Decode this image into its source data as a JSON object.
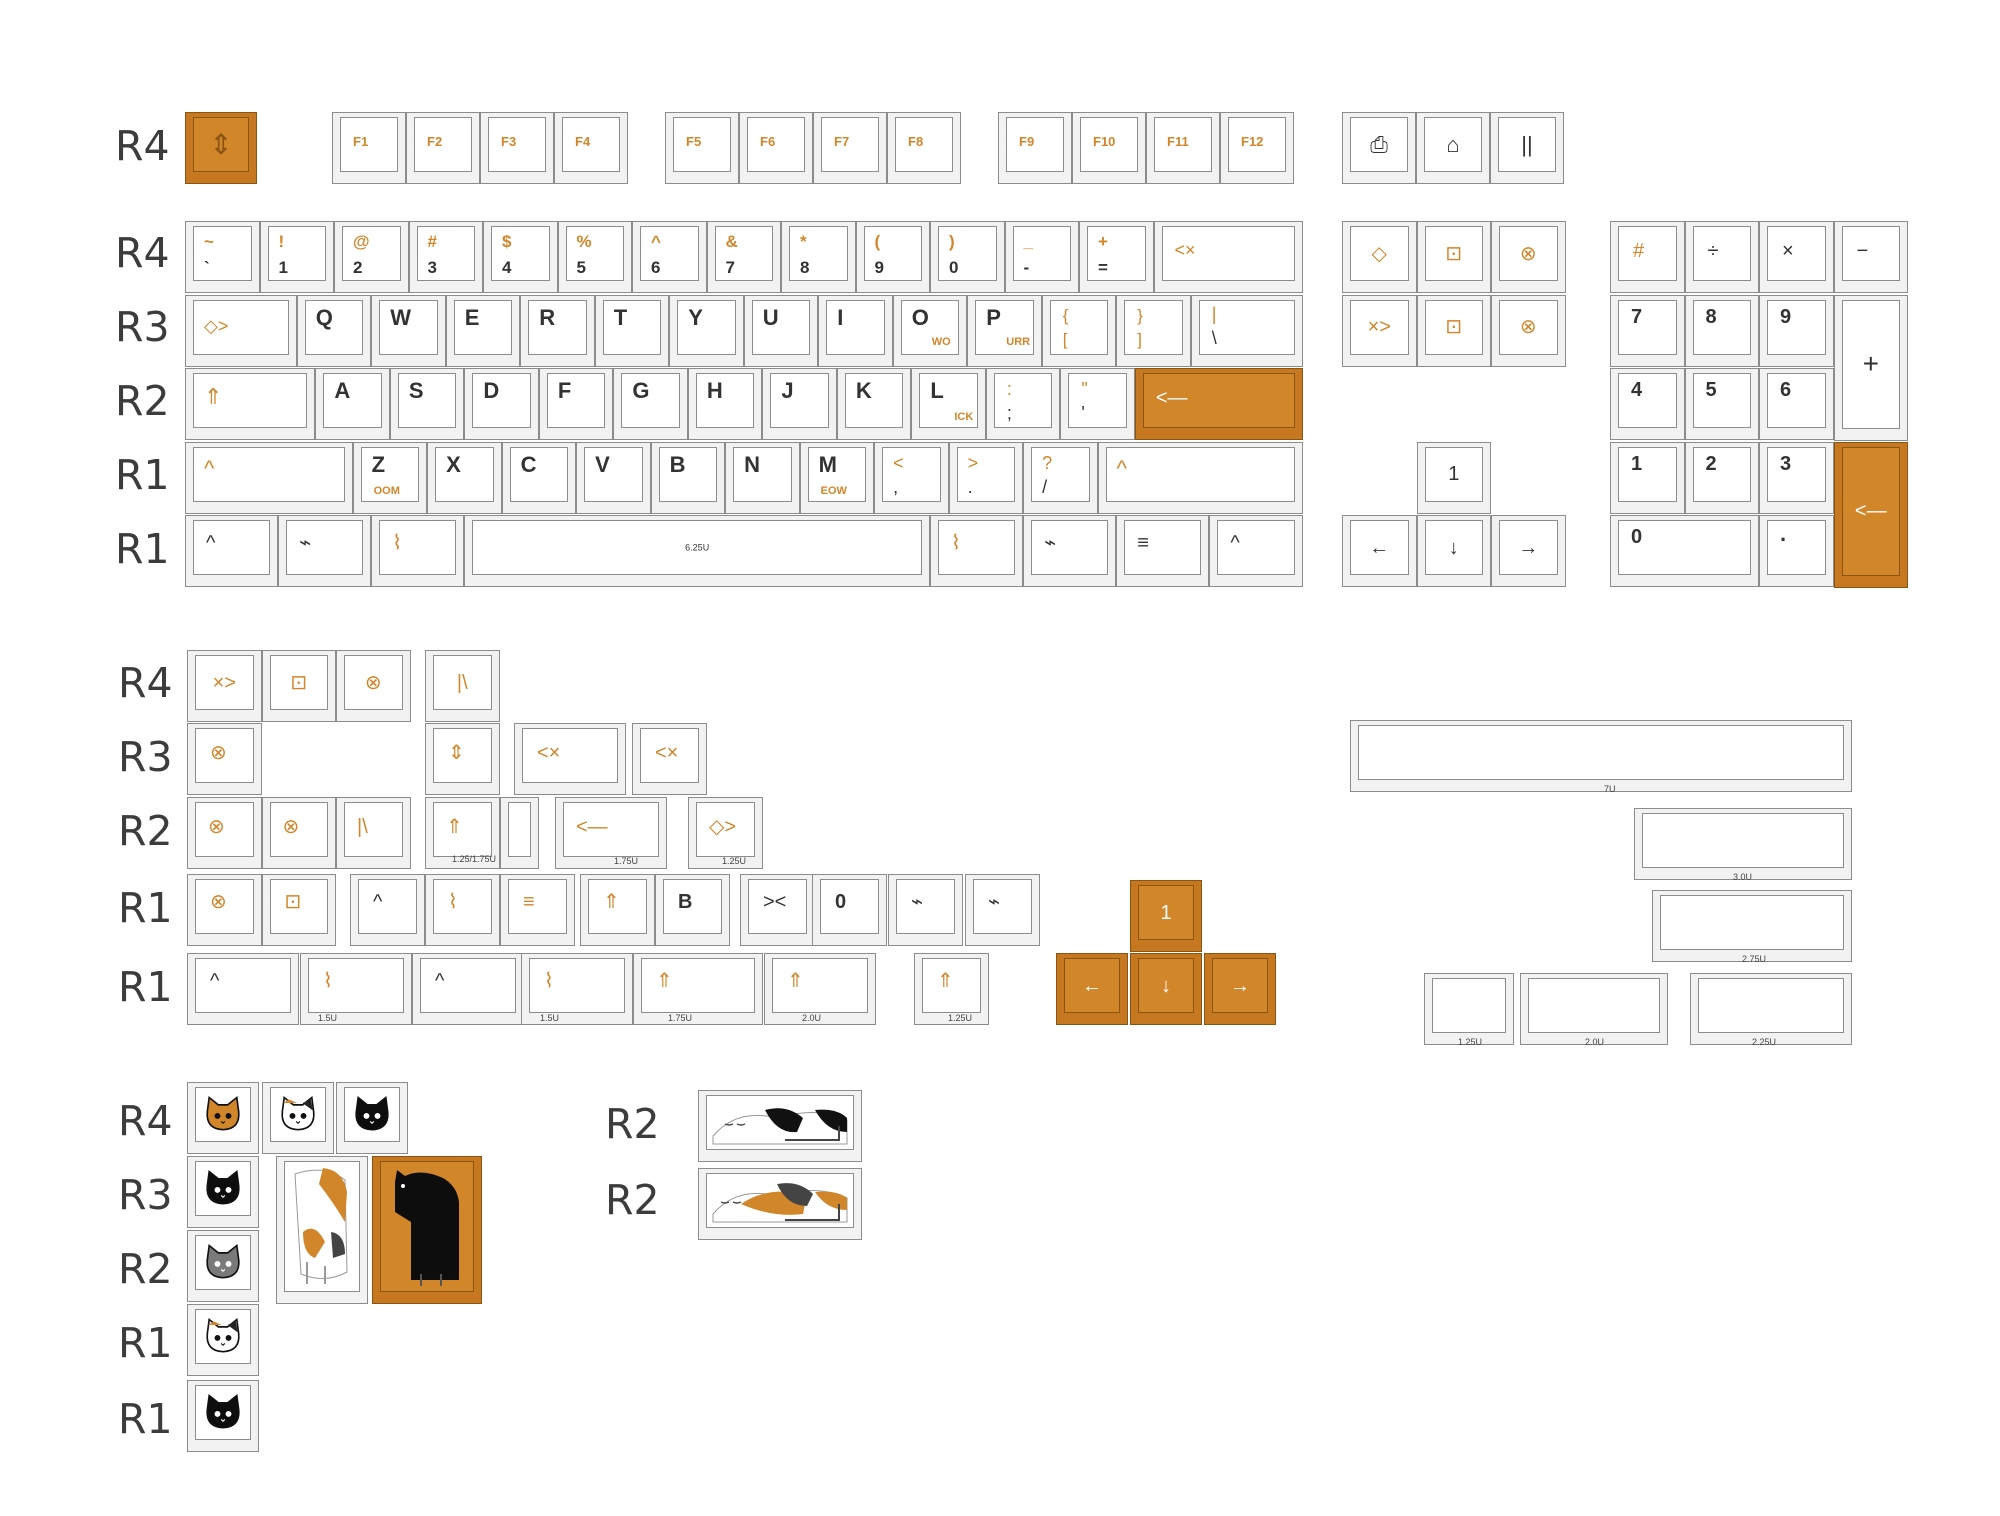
{
  "row_labels": [
    "R4",
    "R4",
    "R3",
    "R2",
    "R1",
    "R1",
    "R4",
    "R3",
    "R2",
    "R1",
    "R1",
    "R4",
    "R3",
    "R2",
    "R1",
    "R1",
    "R2",
    "R2"
  ],
  "legends": {
    "escape": "⇕",
    "function": [
      "F1",
      "F2",
      "F3",
      "F4",
      "F5",
      "F6",
      "F7",
      "F8",
      "F9",
      "F10",
      "F11",
      "F12"
    ],
    "system": [
      "⎙",
      "⌂",
      "||"
    ],
    "number_row": [
      {
        "s": "~",
        "b": "`"
      },
      {
        "s": "!",
        "b": "1"
      },
      {
        "s": "@",
        "b": "2"
      },
      {
        "s": "#",
        "b": "3"
      },
      {
        "s": "$",
        "b": "4"
      },
      {
        "s": "%",
        "b": "5"
      },
      {
        "s": "^",
        "b": "6"
      },
      {
        "s": "&",
        "b": "7"
      },
      {
        "s": "*",
        "b": "8"
      },
      {
        "s": "(",
        "b": "9"
      },
      {
        "s": ")",
        "b": "0"
      },
      {
        "s": "_",
        "b": "-"
      },
      {
        "s": "+",
        "b": "="
      }
    ],
    "backspace": "<×",
    "tab": "◇>",
    "qwerty": [
      "Q",
      "W",
      "E",
      "R",
      "T",
      "Y",
      "U",
      "I",
      "O",
      "P"
    ],
    "qwerty_extra": {
      "O": "WO",
      "P": "URR"
    },
    "brackets": [
      {
        "s": "{",
        "b": "["
      },
      {
        "s": "}",
        "b": "]"
      }
    ],
    "backslash": {
      "s": "|",
      "b": "\\"
    },
    "caps": "⇑",
    "asdf": [
      "A",
      "S",
      "D",
      "F",
      "G",
      "H",
      "J",
      "K",
      "L"
    ],
    "asdf_extra": {
      "L": "ICK"
    },
    "semicolon": {
      "s": ":",
      "b": ";"
    },
    "quote": {
      "s": "\"",
      "b": "'"
    },
    "enter": "<—",
    "shift": "^",
    "zxcv": [
      "Z",
      "X",
      "C",
      "V",
      "B",
      "N",
      "M"
    ],
    "zxcv_extra": {
      "Z": "OOM",
      "M": "EOW"
    },
    "comma": {
      "s": "<",
      "b": ","
    },
    "period": {
      "s": ">",
      "b": "."
    },
    "slash": {
      "s": "?",
      "b": "/"
    },
    "rshift": "^",
    "mods": [
      "^",
      "⌁",
      "⌇",
      "⌇",
      "⌁",
      "≡",
      "^"
    ],
    "space_size": "6.25U",
    "nav_top": [
      "◇",
      "⊡",
      "⊗"
    ],
    "nav_bottom": [
      "×>",
      "⊡",
      "⊗"
    ],
    "arrows": [
      "1",
      "←",
      "↓",
      "→"
    ],
    "numpad_top": [
      "#",
      "÷",
      "×",
      "−"
    ],
    "numpad": [
      "7",
      "8",
      "9",
      "+",
      "4",
      "5",
      "6",
      "1",
      "2",
      "3",
      "0",
      "."
    ],
    "numpad_enter": "<—"
  },
  "extras": {
    "r4": [
      "×>",
      "⊡",
      "⊗",
      "|\\"
    ],
    "r3": [
      "⊗",
      "⇕",
      "<×",
      "<×"
    ],
    "r2": [
      "⊗",
      "⊗",
      "|\\",
      "⇑",
      "",
      "<—",
      "◇>"
    ],
    "r2_sizes": [
      "1.25/1.75U",
      "1.75U",
      "1.25U"
    ],
    "r1a": [
      "⊗",
      "⊡",
      "^",
      "⌇",
      "≡",
      "⇑",
      "B",
      "><",
      "0",
      "⌁",
      "⌁"
    ],
    "r1b": [
      "^",
      "⌇",
      "^",
      "⌇",
      "⇑",
      "⇑",
      "⇑"
    ],
    "r1b_sizes": [
      "1.5U",
      "1.5U",
      "1.75U",
      "2.0U",
      "1.25U"
    ],
    "orange_arrows": [
      "1",
      "←",
      "↓",
      "→"
    ]
  },
  "spacebars": [
    "7U",
    "3.0U",
    "2.75U",
    "1.25U",
    "2.0U",
    "2.25U"
  ],
  "colors": {
    "accent": "#d1862a",
    "dark_accent": "#8a5412",
    "outline": "#8c8c8c",
    "legend": "#333333"
  }
}
